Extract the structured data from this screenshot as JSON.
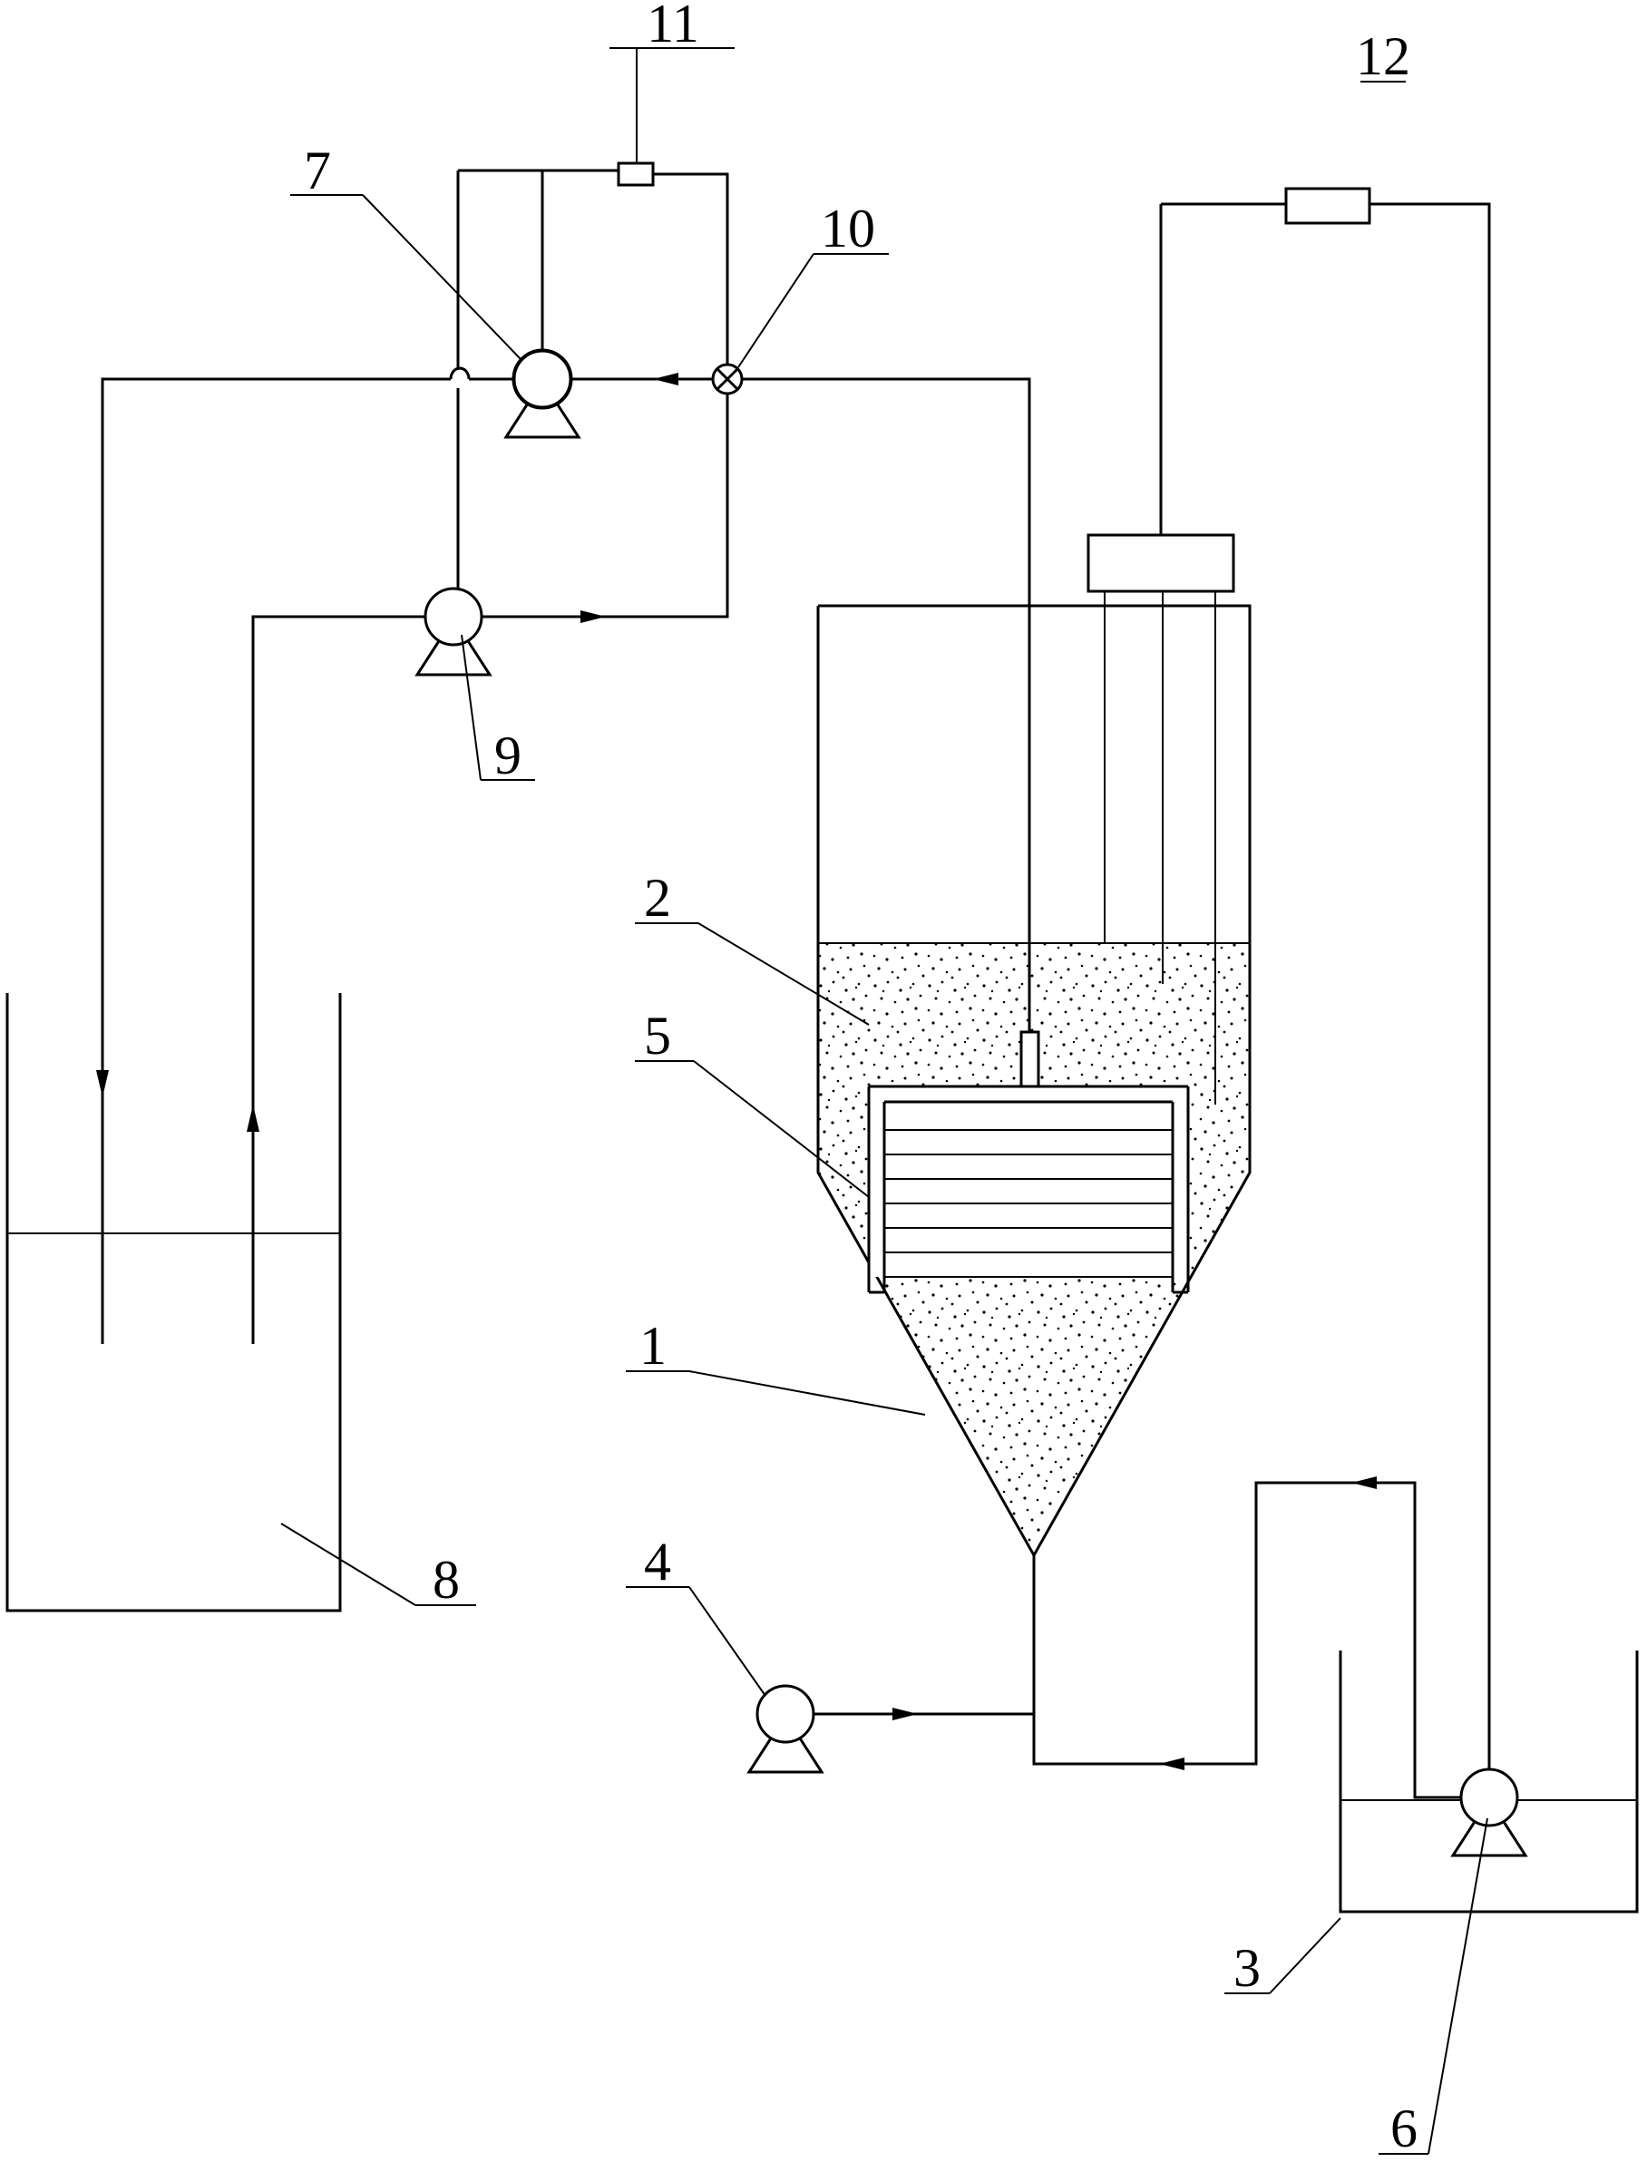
{
  "labels": {
    "reactor": "1",
    "sludge_layer": "2",
    "sump_tank": "3",
    "feed_pump": "4",
    "membrane_module": "5",
    "sump_pump": "6",
    "suction_pump": "7",
    "permeate_tank": "8",
    "backwash_pump": "9",
    "three_way_valve": "10",
    "suction_flowmeter": "11",
    "recycle_flowmeter": "12"
  },
  "colors": {
    "line": "#000000",
    "background": "#ffffff"
  }
}
